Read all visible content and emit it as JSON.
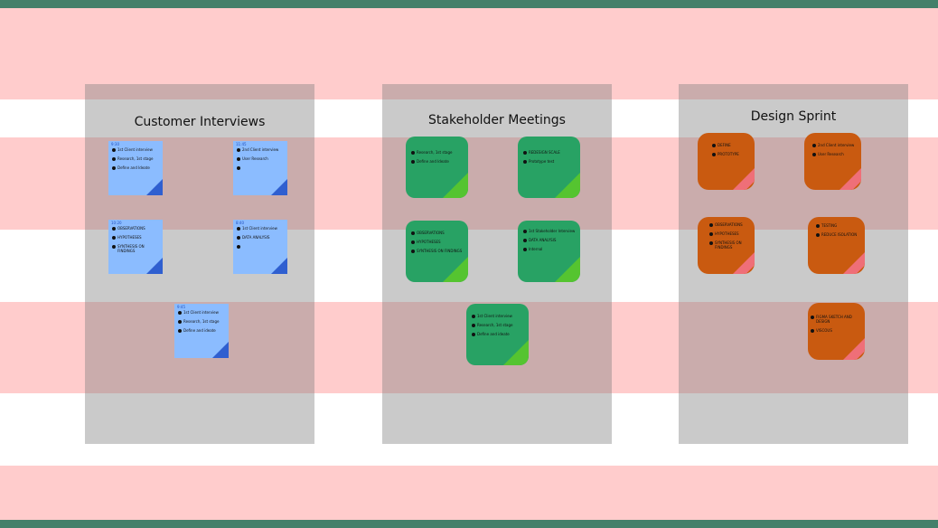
{
  "colors": {
    "top_bar": "#43806a",
    "band_pink": "#ffcccc",
    "column_gray": "#b3b3b3",
    "blue_note": "#8bbcff",
    "green_note": "#28a264",
    "orange_note": "#c95a10"
  },
  "columns": [
    {
      "title": "Customer Interviews",
      "note_color": "blue",
      "notes": [
        {
          "time": "9:30",
          "items": [
            "1st Client interview",
            "Research, 1st stage",
            "Define and Ideate"
          ]
        },
        {
          "time": "11:45",
          "items": [
            "2nd Client interview",
            "User Research",
            ""
          ]
        },
        {
          "time": "10:20",
          "items": [
            "OBSERVATIONS",
            "HYPOTHESES",
            "SYNTHESIS ON FINDINGS"
          ]
        },
        {
          "time": "8:40",
          "items": [
            "1st Client interview",
            "DATA ANALYSIS",
            ""
          ]
        },
        {
          "time": "9:45",
          "items": [
            "1st Client interview",
            "Research, 1st stage",
            "Define and ideate"
          ]
        }
      ]
    },
    {
      "title": "Stakeholder Meetings",
      "note_color": "green",
      "notes": [
        {
          "items": [
            "Research, 1st stage",
            "Define and Ideate"
          ]
        },
        {
          "items": [
            "REDESIGN SCALE",
            "Prototype test"
          ]
        },
        {
          "items": [
            "OBSERVATIONS",
            "HYPOTHESES",
            "SYNTHESIS ON FINDINGS"
          ]
        },
        {
          "items": [
            "1st Stakeholder Interview",
            "DATA ANALYSIS",
            "Internal"
          ]
        },
        {
          "items": [
            "1st Client interview",
            "Research, 1st stage",
            "Define and ideate"
          ]
        }
      ]
    },
    {
      "title": "Design Sprint",
      "note_color": "orange",
      "notes": [
        {
          "items": [
            "DEFINE",
            "PROTOTYPE"
          ]
        },
        {
          "items": [
            "2nd Client interview",
            "User Research"
          ]
        },
        {
          "items": [
            "OBSERVATIONS",
            "HYPOTHESES",
            "SYNTHESIS ON FINDINGS"
          ]
        },
        {
          "items": [
            "TESTING",
            "REDUCE ISOLATION"
          ]
        },
        {
          "items": [
            "FIGMA SKETCH AND DESIGN",
            "VISCOUS"
          ]
        }
      ]
    }
  ]
}
